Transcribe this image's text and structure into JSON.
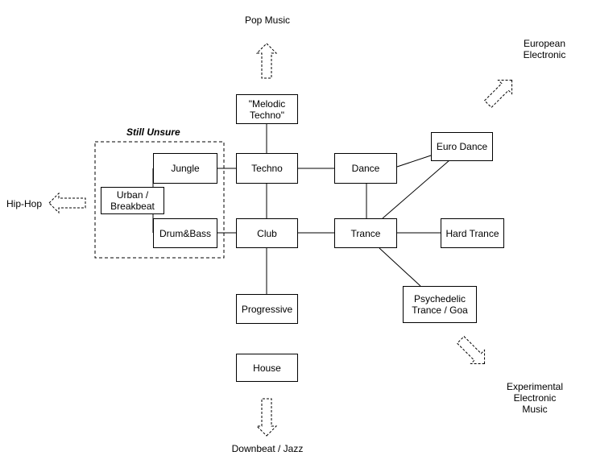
{
  "group": {
    "title": "Still Unsure"
  },
  "nodes": {
    "melodic_techno": "\"Melodic\nTechno\"",
    "techno": "Techno",
    "dance": "Dance",
    "euro_dance": "Euro Dance",
    "jungle": "Jungle",
    "urban_breakbeat": "Urban /\nBreakbeat",
    "drum_bass": "Drum&Bass",
    "club": "Club",
    "trance": "Trance",
    "hard_trance": "Hard Trance",
    "psychedelic": "Psychedelic\nTrance / Goa",
    "progressive": "Progressive",
    "house": "House"
  },
  "externals": {
    "pop": "Pop Music",
    "european": "European\nElectronic",
    "hiphop": "Hip-Hop",
    "experimental": "Experimental\nElectronic\nMusic",
    "downbeat": "Downbeat / Jazz"
  }
}
